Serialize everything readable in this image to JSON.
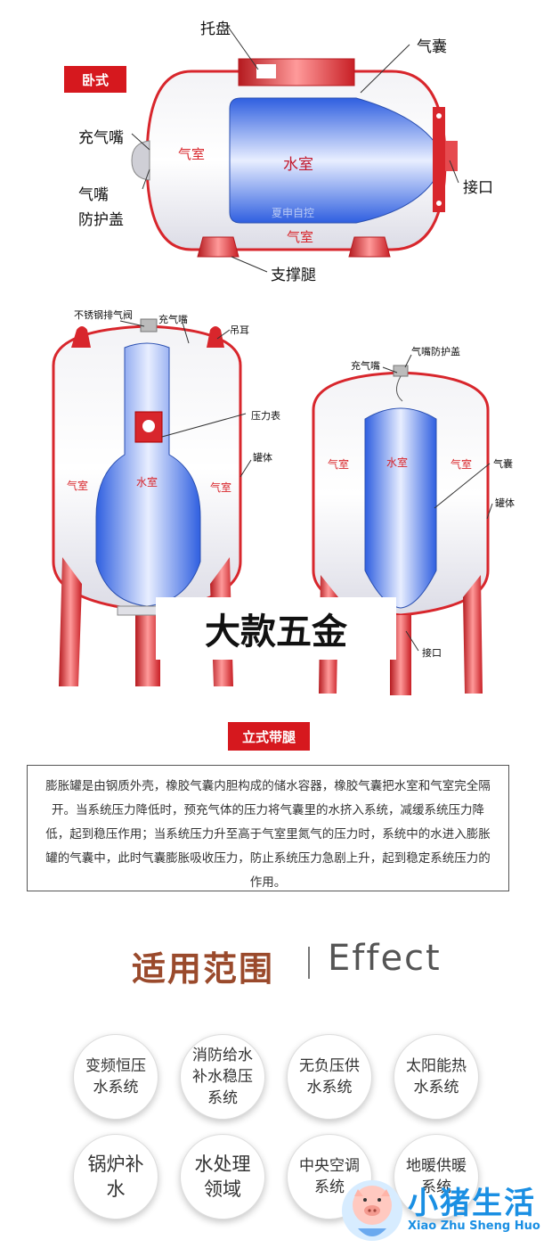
{
  "horizontal": {
    "tag": "卧式",
    "labels": {
      "tray": "托盘",
      "bladder": "气囊",
      "inflation_nozzle": "充气嘴",
      "nozzle_cover_line1": "气嘴",
      "nozzle_cover_line2": "防护盖",
      "interface": "接口",
      "support_legs": "支撑腿"
    },
    "inner": {
      "air_chamber_left": "气室",
      "water_chamber": "水室",
      "air_chamber_bottom": "气室"
    },
    "watermark": "夏申自控"
  },
  "vertical": {
    "tag": "立式带腿",
    "left_tank": {
      "labels": {
        "exhaust_valve": "不锈钢排气阀",
        "inflation_nozzle": "充气嘴",
        "lifting_lug": "吊耳",
        "pressure_gauge": "压力表",
        "tank_body": "罐体"
      },
      "inner": {
        "air_left": "气室",
        "water": "水室",
        "air_right": "气室"
      }
    },
    "right_tank": {
      "labels": {
        "inflation_nozzle": "充气嘴",
        "nozzle_cover": "气嘴防护盖",
        "bladder": "气囊",
        "tank_body": "罐体",
        "interface": "接口"
      },
      "inner": {
        "air_left": "气室",
        "water": "水室",
        "air_right": "气室"
      }
    },
    "overlay_text": "大款五金"
  },
  "description": "膨胀罐是由钢质外壳，橡胶气囊内胆构成的储水容器，橡胶气囊把水室和气室完全隔开。当系统压力降低时，预充气体的压力将气囊里的水挤入系统，减缓系统压力降低，起到稳压作用；当系统压力升至高于气室里氮气的压力时，系统中的水进入膨胀罐的气囊中，此时气囊膨胀吸收压力，防止系统压力急剧上升，起到稳定系统压力的作用。",
  "effect": {
    "title_cn": "适用范围",
    "title_en": "Effect",
    "items": [
      "变频恒压水系统",
      "消防给水补水稳压系统",
      "无负压供水系统",
      "太阳能热水系统",
      "锅炉补水",
      "水处理领域",
      "中央空调系统",
      "地暖供暖系统"
    ]
  },
  "logo": {
    "cn": "小猪生活",
    "en": "Xiao Zhu Sheng Huo"
  },
  "colors": {
    "tag_red": "#d6181e",
    "tank_red": "#d8262c",
    "bladder_blue": "#2f5fe0",
    "title_brown": "#9a4a2c",
    "logo_blue": "#1a8fe3"
  }
}
